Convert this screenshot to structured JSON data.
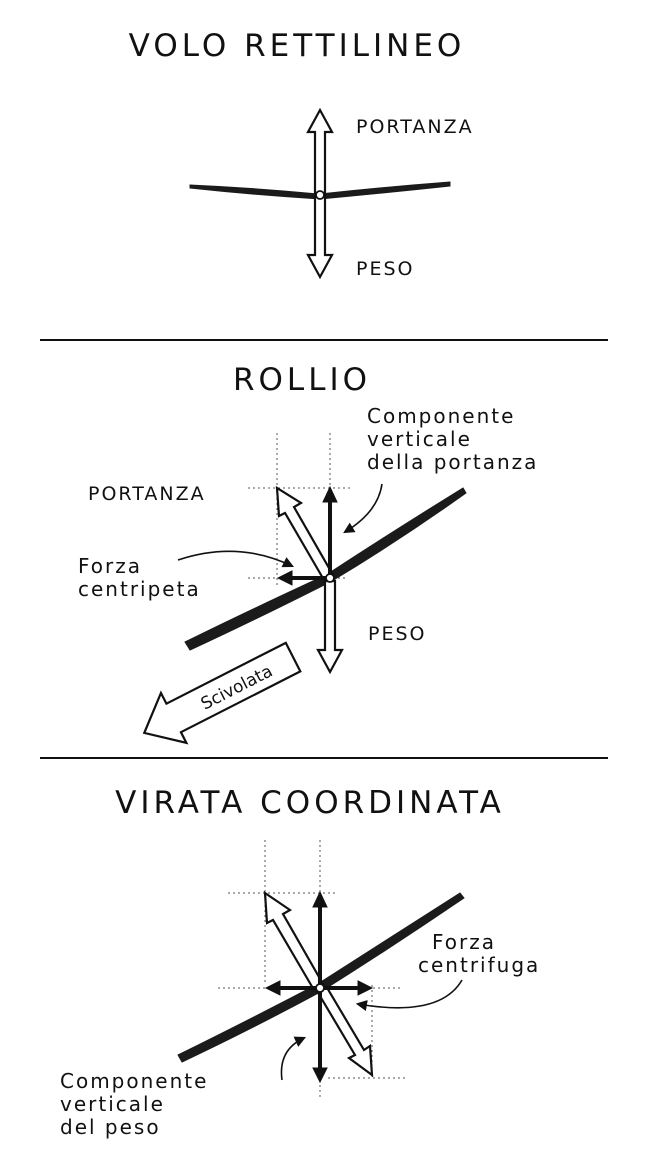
{
  "panels": {
    "straight": {
      "title": "VOLO RETTILINEO",
      "lift_label": "PORTANZA",
      "weight_label": "PESO"
    },
    "roll": {
      "title": "ROLLIO",
      "vertical_lift_lines": [
        "Componente",
        "verticale",
        "della portanza"
      ],
      "lift_label": "PORTANZA",
      "centripetal_lines": [
        "Forza",
        "centripeta"
      ],
      "weight_label": "PESO",
      "sideslip_label": "Scivolata"
    },
    "coordinated": {
      "title": "VIRATA COORDINATA",
      "centrifugal_lines": [
        "Forza",
        "centrifuga"
      ],
      "vertical_weight_lines": [
        "Componente",
        "verticale",
        "del peso"
      ]
    }
  },
  "colors": {
    "ink": "#111111",
    "background": "#ffffff"
  }
}
